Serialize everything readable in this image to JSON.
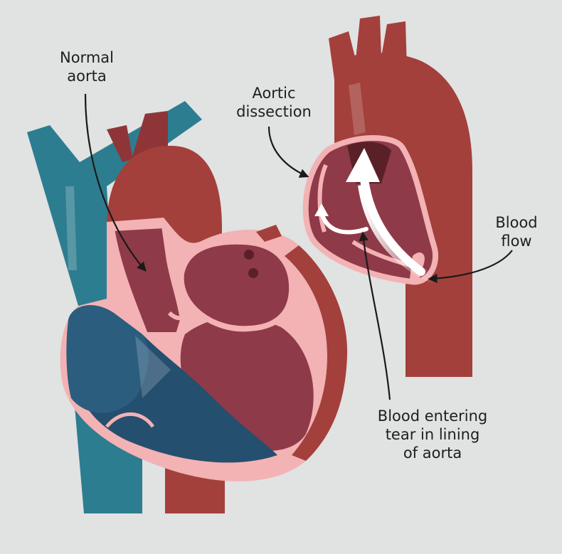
{
  "colors": {
    "background": "#e1e2e2",
    "aorta_red": "#a3403b",
    "artery_dark": "#7a2b2a",
    "heart_muscle": "#8f3a48",
    "heart_lining_pink": "#f3b2b4",
    "vein_teal": "#2d7d90",
    "vein_dark_blue": "#254f6e",
    "arrow_black": "#1a1a1a",
    "blood_flow_white": "#ffffff"
  },
  "labels": {
    "normal_aorta": "Normal\naorta",
    "aortic_dissection": "Aortic\ndissection",
    "blood_flow": "Blood\nflow",
    "blood_entering_tear": "Blood entering\ntear in lining\nof aorta"
  }
}
